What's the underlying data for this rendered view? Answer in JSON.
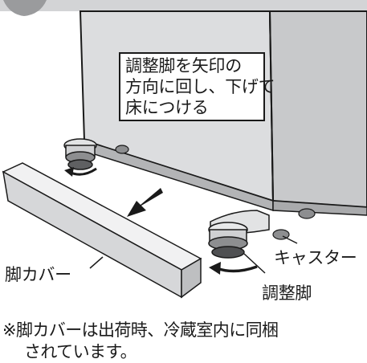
{
  "callout": {
    "line1": "調整脚を矢印の",
    "line2": "方向に回し、下げて",
    "line3": "床につける"
  },
  "labels": {
    "caster": "キャスター",
    "adjuster_foot": "調整脚",
    "foot_cover": "脚カバー"
  },
  "note": {
    "line1": "※脚カバーは出荷時、冷蔵室内に同梱",
    "line2": "されています。"
  },
  "colors": {
    "cabinet": "#d9dadb",
    "cabinet_dark": "#bcbdbf",
    "outline": "#1a1a1a",
    "step_marker": "#9a9b9d"
  }
}
